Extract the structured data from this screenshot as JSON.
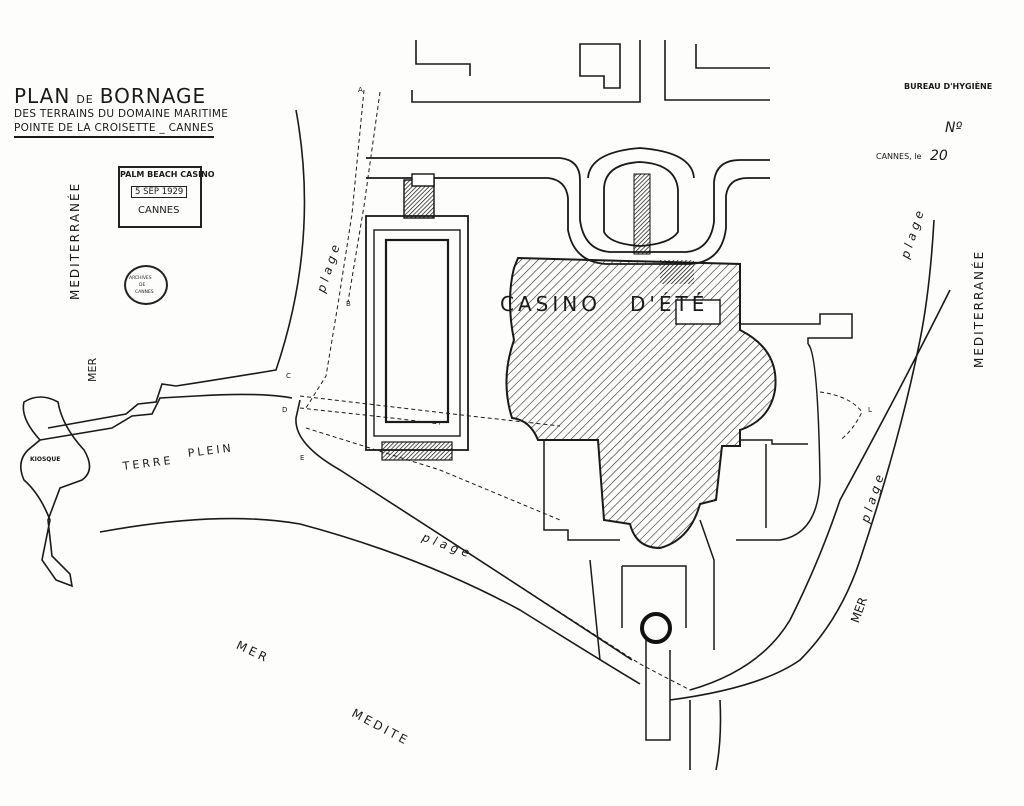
{
  "title": {
    "line1_a": "PLAN",
    "line1_b": "DE",
    "line1_c": "BORNAGE",
    "line2": "DES TERRAINS DU DOMAINE MARITIME",
    "line3": "POINTE DE LA CROISETTE _ CANNES"
  },
  "stamp_left": {
    "line1": "PALM BEACH CASINO",
    "date": "5 SEP 1929",
    "city": "CANNES"
  },
  "round_stamp": {
    "line1": "ARCHIVES",
    "line2": "DE",
    "line3": "CANNES"
  },
  "stamp_right": {
    "header": "BUREAU D'HYGIÈNE",
    "place": "CANNES, le",
    "number": "Nº",
    "day": "20"
  },
  "labels": {
    "casino": "CASINO",
    "dete": "D'ÉTÉ",
    "mediterranee_left": "MEDITERRANÉE",
    "mer_left": "MER",
    "mediterranee_right": "MEDITERRANÉE",
    "mer_right": "MER",
    "plage": "plage",
    "terre": "TERRE",
    "plein": "PLEIN",
    "kiosque": "KIOSQUE",
    "mer_bottom": "MER",
    "medite_bottom": "MEDITE"
  },
  "colors": {
    "ink": "#1a1a1a",
    "paper": "#fdfdfc",
    "hatch": "#2a2a2a"
  }
}
